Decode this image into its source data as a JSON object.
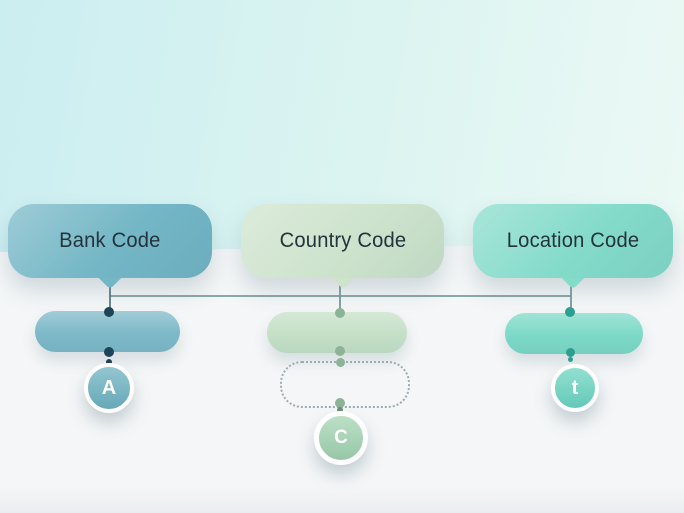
{
  "diagram": {
    "columns": [
      {
        "header": "Bank Code",
        "badge_letter": "A"
      },
      {
        "header": "Country Code",
        "badge_letter": "C"
      },
      {
        "header": "Location Code",
        "badge_letter": "t"
      }
    ]
  },
  "colors": {
    "bank-box": "#73b6c5",
    "bank-pill": "#7db9c8",
    "bank-badge": "#6fb3c2",
    "bank-dot": "#1d4557",
    "bank-line": "#54747c",
    "country-box": "#cde3cc",
    "country-pill": "#c5e0c7",
    "country-badge": "#a4d5b1",
    "country-dot": "#8db397",
    "location-box": "#84dbca",
    "location-pill": "#7cd9c6",
    "location-badge": "#6dd6c2",
    "location-dot": "#2d9f90",
    "connector-line": "#6f9397",
    "dashed-border": "#9fabb4",
    "bg-top-left": "#cbeef1",
    "bg-top-right": "#ecf9f5",
    "bg-bottom": "#f4f6f7",
    "header-text": "#24343d",
    "badge-text": "#ffffff"
  }
}
